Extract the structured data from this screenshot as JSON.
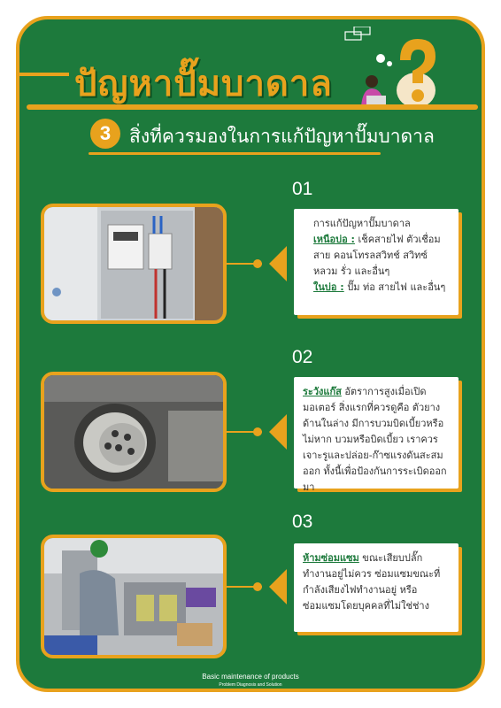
{
  "header": {
    "title": "ปัญหาปั๊มบาดาล",
    "badge_number": "3",
    "subtitle": "สิ่งที่ควรมองในการแก้ปัญหาปั๊มบาดาล"
  },
  "steps": [
    {
      "number": "01",
      "intro": "การแก้ปัญหาปั๊มบาดาล",
      "label1": "เหนือบ่อ :",
      "text1": " เช็คสายไฟ ตัวเชื่อมสาย คอนโทรลสวิทช์ สวิทซ์หลวม รั่ว และอื่นๆ",
      "label2": "ในบ่อ :",
      "text2": " ปั๊ม ท่อ สายไฟ และอื่นๆ"
    },
    {
      "number": "02",
      "label1": "ระวังแก๊ส",
      "text1": " อัตราการสูงเมื่อเปิดมอเตอร์ สิ่งแรกที่ควรดูคือ ตัวยาง ด้านในล่าง มีการบวมบิดเบี้ยวหรือไม่หาก บวมหรือบิดเบี้ยว เราควรเจาะรูและปล่อย-ก๊าซแรงดันสะสมออก ทั้งนี้เพื่อป้องกันการระเบิดออกมา"
    },
    {
      "number": "03",
      "label1": "ห้ามซ่อมแซม",
      "text1": " ขณะเสียบปลั๊กทำงานอยู่ไม่ควร ซ่อมแซมขณะที่กำลังเสียงไฟทำงานอยู่ หรือซ่อมแซมโดยบุคคลที่ไม่ใช่ช่าง"
    }
  ],
  "footer": {
    "line1": "Basic maintenance of products",
    "line2": "Problem Diagnosis and Solution"
  },
  "colors": {
    "background_green": "#1d7a3c",
    "accent_orange": "#e8a21d",
    "white": "#ffffff"
  }
}
